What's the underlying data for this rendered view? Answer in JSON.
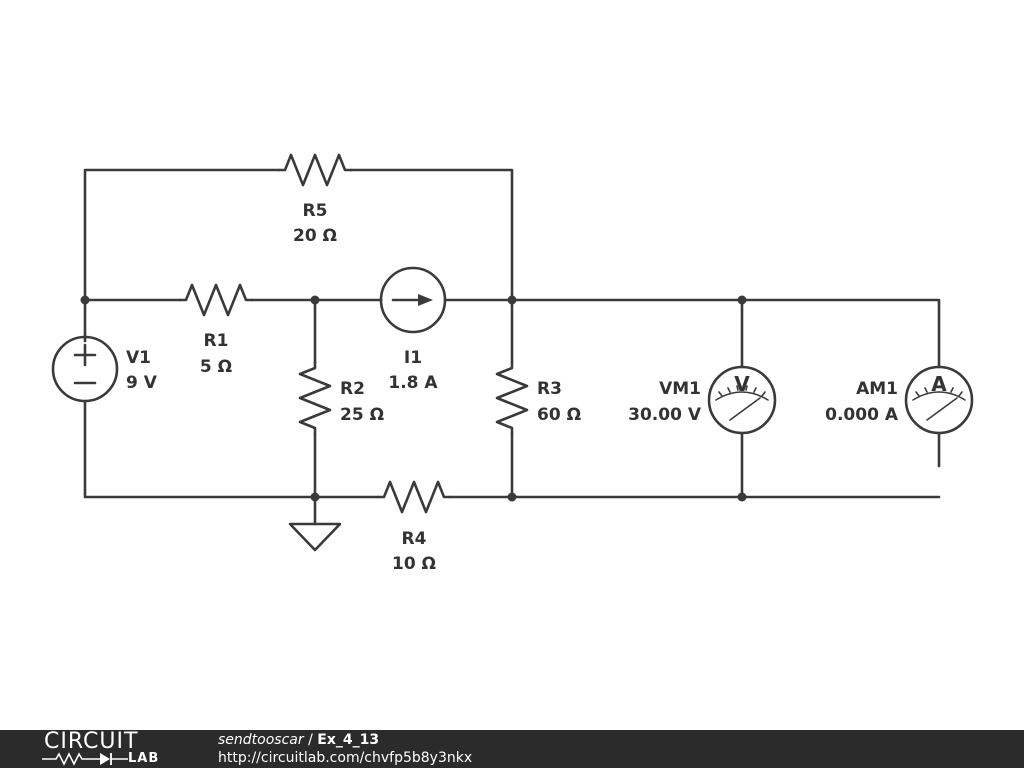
{
  "components": {
    "v1": {
      "name": "V1",
      "value": "9 V"
    },
    "r1": {
      "name": "R1",
      "value": "5 Ω"
    },
    "r2": {
      "name": "R2",
      "value": "25 Ω"
    },
    "r3": {
      "name": "R3",
      "value": "60 Ω"
    },
    "r4": {
      "name": "R4",
      "value": "10 Ω"
    },
    "r5": {
      "name": "R5",
      "value": "20 Ω"
    },
    "i1": {
      "name": "I1",
      "value": "1.8 A"
    },
    "vm1": {
      "name": "VM1",
      "value": "30.00 V",
      "symbol": "V"
    },
    "am1": {
      "name": "AM1",
      "value": "0.000 A",
      "symbol": "A"
    }
  },
  "footer": {
    "logo_top": "CIRCUIT",
    "logo_bottom": "LAB",
    "author": "sendtooscar",
    "separator": "/",
    "title": "Ex_4_13",
    "url": "http://circuitlab.com/chvfp5b8y3nkx"
  },
  "colors": {
    "wire": "#3a3a3a",
    "footer_bg": "#2b2b2b"
  }
}
